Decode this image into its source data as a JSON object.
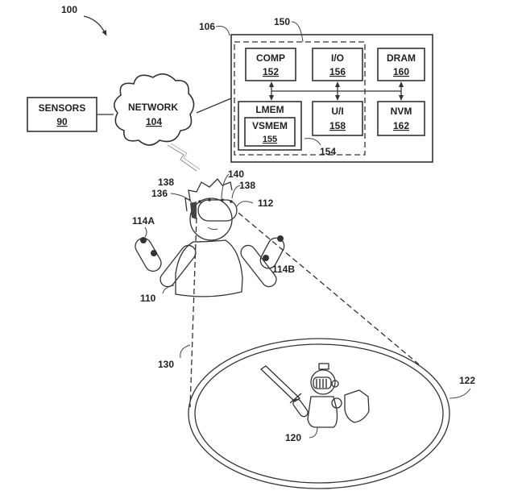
{
  "figure": {
    "system_label": "100",
    "sensors": {
      "name": "SENSORS",
      "ref": "90"
    },
    "network": {
      "name": "NETWORK",
      "ref": "104"
    },
    "computer": {
      "ref": "106",
      "processor_group_ref": "150",
      "memory_group_ref": "154",
      "comp": {
        "name": "COMP",
        "ref": "152"
      },
      "io": {
        "name": "I/O",
        "ref": "156"
      },
      "dram": {
        "name": "DRAM",
        "ref": "160"
      },
      "lmem": {
        "name": "LMEM"
      },
      "vsmem": {
        "name": "VSMEM",
        "ref": "155"
      },
      "ui": {
        "name": "U/I",
        "ref": "158"
      },
      "nvm": {
        "name": "NVM",
        "ref": "162"
      }
    },
    "user": {
      "ref": "110",
      "hmd_ref": "112",
      "controller_left_ref": "114A",
      "controller_right_ref": "114B",
      "sensor_ref_left": "138",
      "sensor_ref_right": "138",
      "strap_ref": "136",
      "camera_ref": "140"
    },
    "field_of_view_ref": "130",
    "virtual_scene_ref": "122",
    "avatar_ref": "120"
  }
}
